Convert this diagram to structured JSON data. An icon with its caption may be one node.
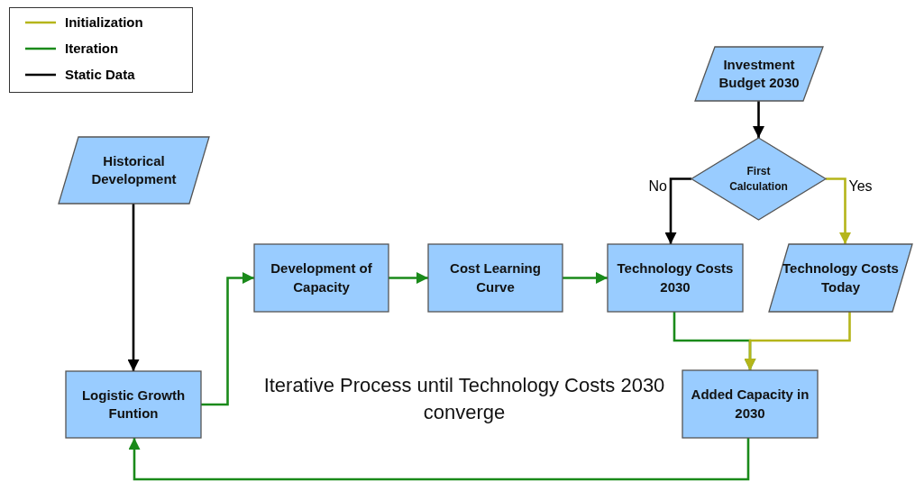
{
  "diagram": {
    "nodes": [
      {
        "text": [
          "Investment Budget 2030"
        ]
      },
      {
        "text": [
          "Historical Development"
        ]
      },
      {
        "text": [
          "First Calculation"
        ]
      },
      {
        "text": [
          "Development of Capacity"
        ]
      },
      {
        "text": [
          "Cost Learning Curve"
        ]
      },
      {
        "text": [
          "Technology Costs 2030"
        ]
      },
      {
        "text": [
          "Technology Costs Today"
        ]
      },
      {
        "text": [
          "Logistic Growth Funtion"
        ]
      },
      {
        "text": [
          "Added Capacity in 2030"
        ]
      }
    ],
    "edges": [
      {
        "from": 0,
        "to": 2,
        "arrow": "to",
        "color": "#000000"
      },
      {
        "from": 2,
        "to": 5,
        "arrow": "to",
        "label": "No",
        "color": "#000000"
      },
      {
        "from": 2,
        "to": 6,
        "arrow": "to",
        "label": "Yes",
        "color": "#b5b51a"
      },
      {
        "from": 1,
        "to": 7,
        "arrow": "to",
        "color": "#000000"
      },
      {
        "from": 7,
        "to": 3,
        "arrow": "to"
      },
      {
        "from": 3,
        "to": 4,
        "arrow": "to"
      },
      {
        "from": 4,
        "to": 5,
        "arrow": "to"
      },
      {
        "from": 5,
        "to": 8,
        "arrow": "to"
      },
      {
        "from": 6,
        "to": 8,
        "arrow": "to",
        "color": "#b5b51a"
      },
      {
        "from": 8,
        "to": 7,
        "arrow": "to"
      }
    ],
    "labels": [
      "Iterative Process until Technology Costs 2030 converge"
    ],
    "legend": [
      {
        "text": "Initialization"
      },
      {
        "text": "Iteration"
      },
      {
        "text": "Static Data"
      }
    ]
  }
}
